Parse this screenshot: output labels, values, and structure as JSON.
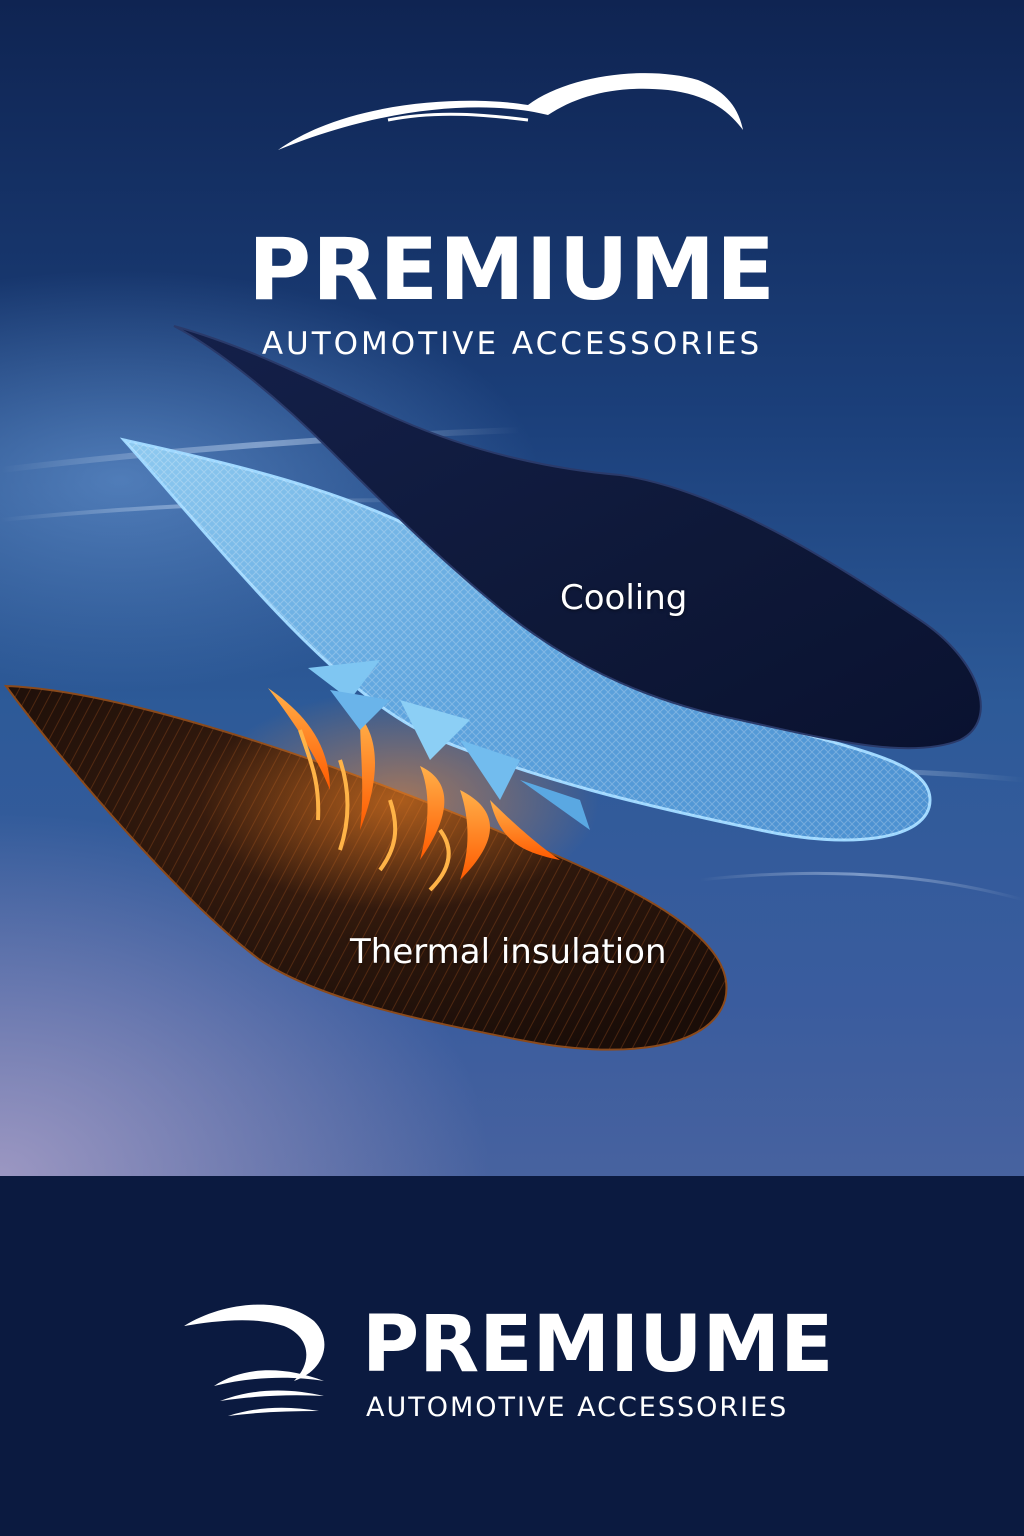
{
  "header": {
    "logo_icon": "car-silhouette-icon",
    "brand_name": "PREMIUME",
    "tagline": "AUTOMOTIVE ACCESSORIES"
  },
  "layers": {
    "cooling_label": "Cooling",
    "thermal_label": "Thermal insulation"
  },
  "footer": {
    "logo_icon": "wave-emblem-icon",
    "brand_name": "PREMIUME",
    "tagline": "AUTOMOTIVE ACCESSORIES"
  },
  "colors": {
    "background_dark": "#0b1a40",
    "cooling_blue": "#6fb8f0",
    "thermal_orange": "#ff7a1a",
    "text": "#ffffff"
  }
}
